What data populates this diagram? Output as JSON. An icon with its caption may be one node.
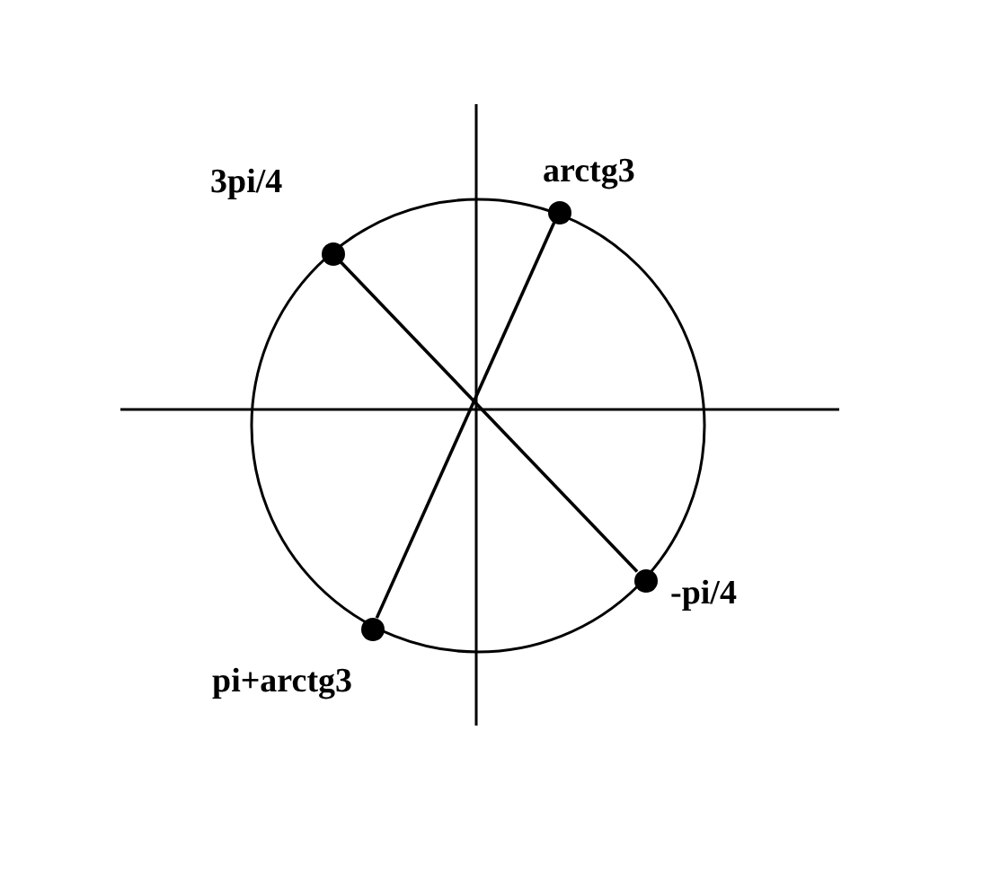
{
  "diagram": {
    "nodes": [
      {
        "text": [],
        "shape": "circle",
        "beside": [
          "arctg3"
        ]
      },
      {
        "text": [],
        "shape": "circle",
        "beside": [
          "3pi/4"
        ]
      },
      {
        "text": [],
        "shape": "circle",
        "beside": [
          "-pi/4"
        ]
      },
      {
        "text": [],
        "shape": "circle",
        "beside": [
          "pi+arctg3"
        ]
      }
    ],
    "edges": [
      {
        "from": 1,
        "to": 2,
        "arrow": "none"
      },
      {
        "from": 0,
        "to": 3,
        "arrow": "none"
      }
    ]
  }
}
